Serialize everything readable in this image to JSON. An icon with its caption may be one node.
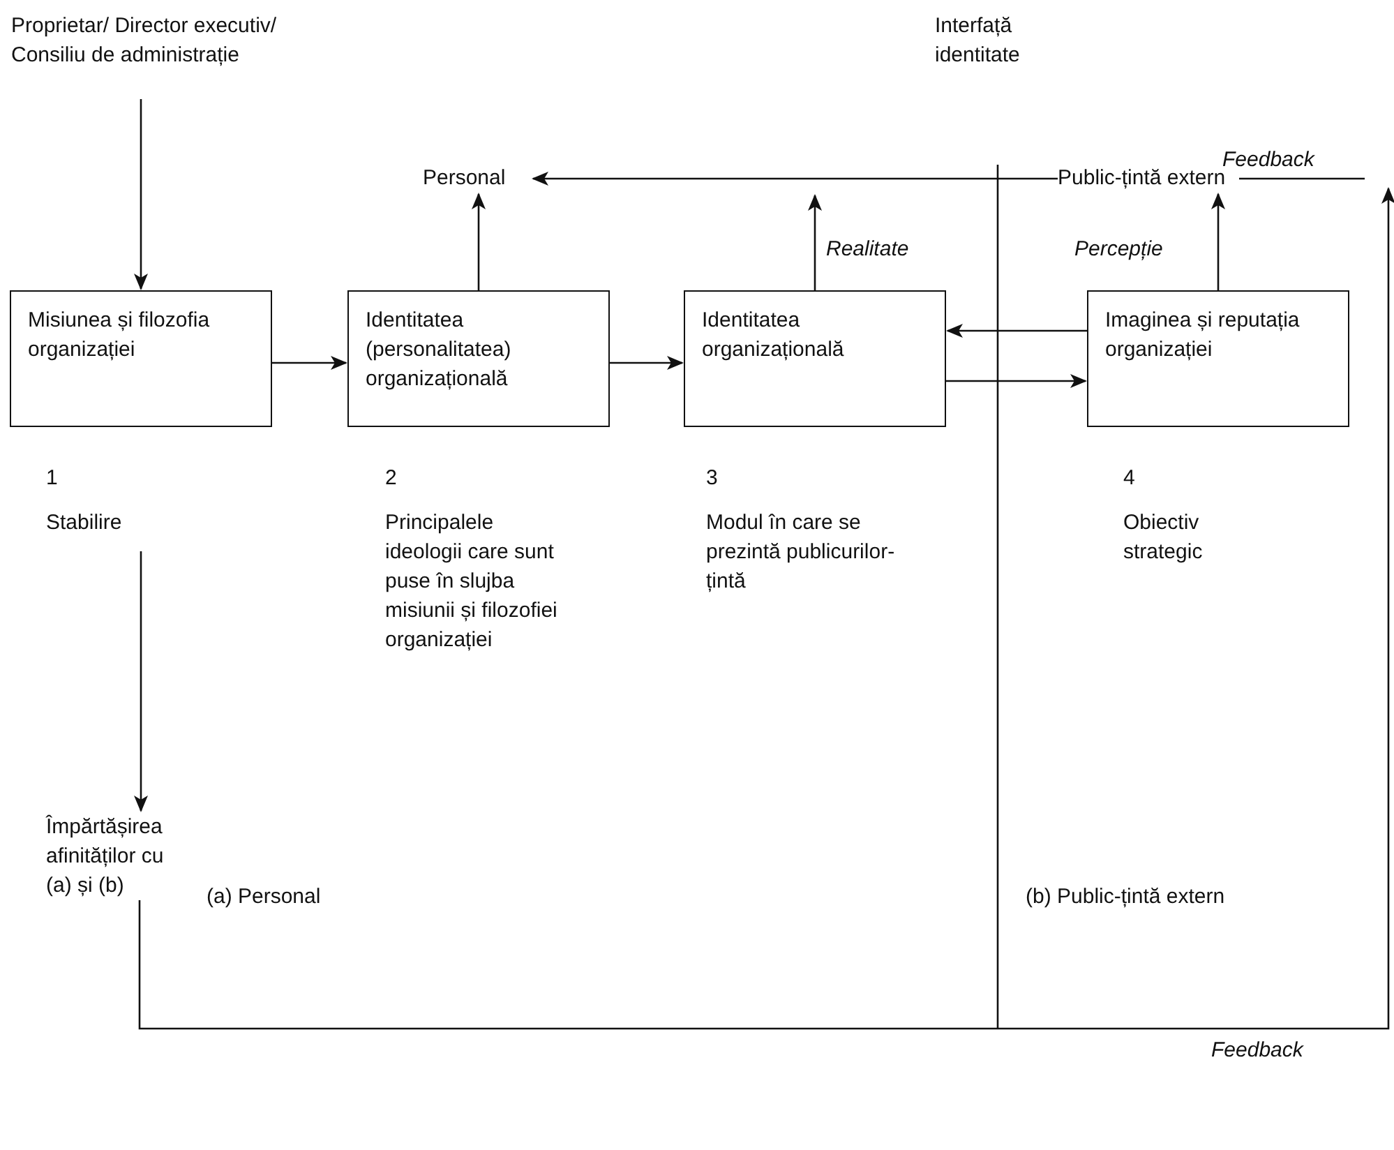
{
  "diagram": {
    "nodes": [
      {
        "text": [
          "Proprietar/ Director executiv/ Consiliu de administrație"
        ]
      },
      {
        "text": [
          "Misiunea și filozofia organizației"
        ],
        "beside": [
          "1",
          "Stabilire"
        ]
      },
      {
        "text": [
          "Identitatea (personalitatea) organizațională"
        ],
        "beside": [
          "2",
          "Principalele ideologii care sunt puse în slujba misiunii și filozofiei organizației"
        ]
      },
      {
        "text": [
          "Identitatea organizațională"
        ],
        "beside": [
          "3",
          "Modul în care se prezintă publicurilor-țintă"
        ]
      },
      {
        "text": [
          "Imaginea și reputația organizației"
        ],
        "beside": [
          "4",
          "Obiectiv strategic"
        ]
      },
      {
        "text": [
          "Personal"
        ]
      },
      {
        "text": [
          "Public-țintă extern"
        ]
      },
      {
        "text": [
          "Împărtășirea afinităților cu (a) și (b)"
        ]
      }
    ],
    "edges": [
      {
        "from": 0,
        "to": 1,
        "arrow": "to"
      },
      {
        "from": 1,
        "to": 2,
        "arrow": "to"
      },
      {
        "from": 2,
        "to": 3,
        "arrow": "to"
      },
      {
        "from": 2,
        "to": 5,
        "arrow": "to"
      },
      {
        "from": 3,
        "to": null,
        "arrow": "to",
        "label": "Realitate"
      },
      {
        "from": 4,
        "to": 6,
        "arrow": "to",
        "label": "Percepție"
      },
      {
        "from": 4,
        "to": 3,
        "arrow": "to"
      },
      {
        "from": 3,
        "to": 4,
        "arrow": "to"
      },
      {
        "from": 6,
        "to": 5,
        "arrow": "to"
      },
      {
        "from": 6,
        "to": null,
        "arrow": "none",
        "label": "Feedback"
      },
      {
        "from": 1,
        "to": 7,
        "arrow": "to"
      },
      {
        "from": 7,
        "to": null,
        "arrow": "to",
        "label": "Feedback"
      }
    ],
    "labels": [
      "Interfață identitate",
      "(a) Personal",
      "(b) Public-țintă extern"
    ]
  }
}
